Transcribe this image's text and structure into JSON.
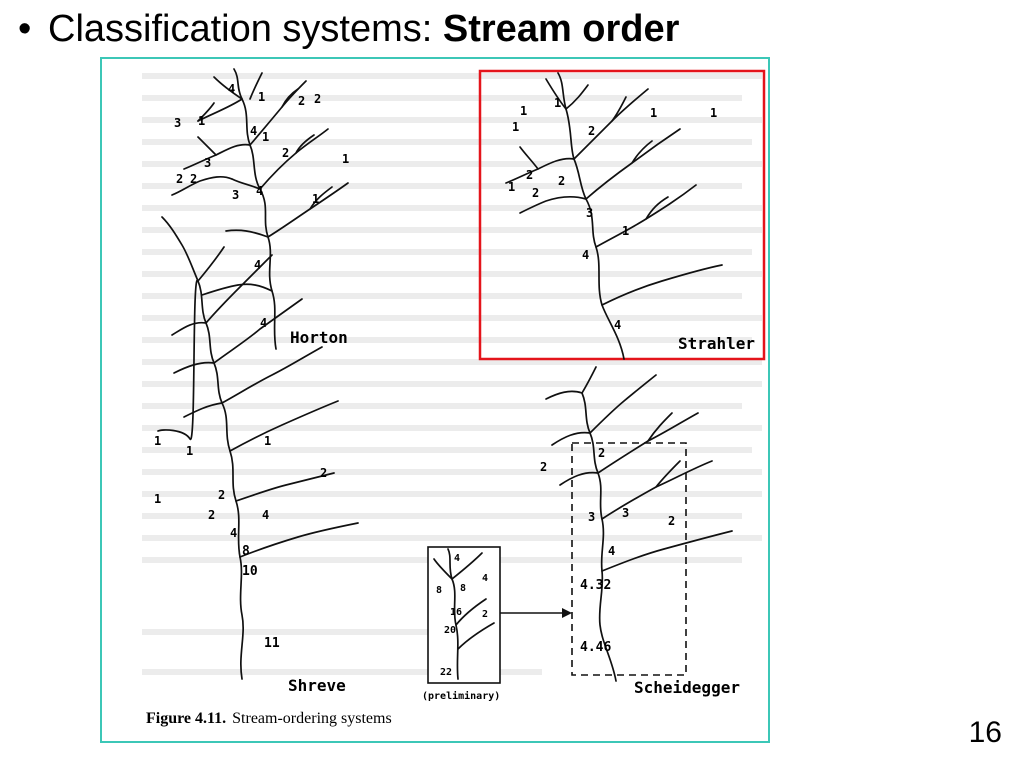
{
  "slide": {
    "title_prefix": "Classification systems: ",
    "title_bold": "Stream order",
    "page_number": "16"
  },
  "figure": {
    "caption_bold": "Figure 4.11.",
    "caption_text": "Stream-ordering systems",
    "panels": {
      "horton": {
        "name": "Horton",
        "orders": [
          "4",
          "1",
          "3",
          "1",
          "2",
          "2",
          "4",
          "1",
          "2",
          "3",
          "2",
          "2",
          "3",
          "4",
          "4",
          "4",
          "1",
          "1"
        ]
      },
      "strahler": {
        "name": "Strahler",
        "orders": [
          "1",
          "1",
          "1",
          "2",
          "1",
          "1",
          "2",
          "1",
          "2",
          "2",
          "1",
          "3",
          "4",
          "4"
        ]
      },
      "shreve": {
        "name": "Shreve",
        "orders": [
          "1",
          "1",
          "1",
          "1",
          "2",
          "4",
          "2",
          "4",
          "2",
          "8",
          "10",
          "11"
        ]
      },
      "preliminary": {
        "name": "(preliminary)",
        "orders": [
          "4",
          "4",
          "8",
          "8",
          "16",
          "20",
          "2",
          "22"
        ]
      },
      "scheidegger": {
        "name": "Scheidegger",
        "orders": [
          "2",
          "2",
          "3",
          "3",
          "2",
          "4",
          "4.32",
          "4.46"
        ]
      }
    }
  }
}
